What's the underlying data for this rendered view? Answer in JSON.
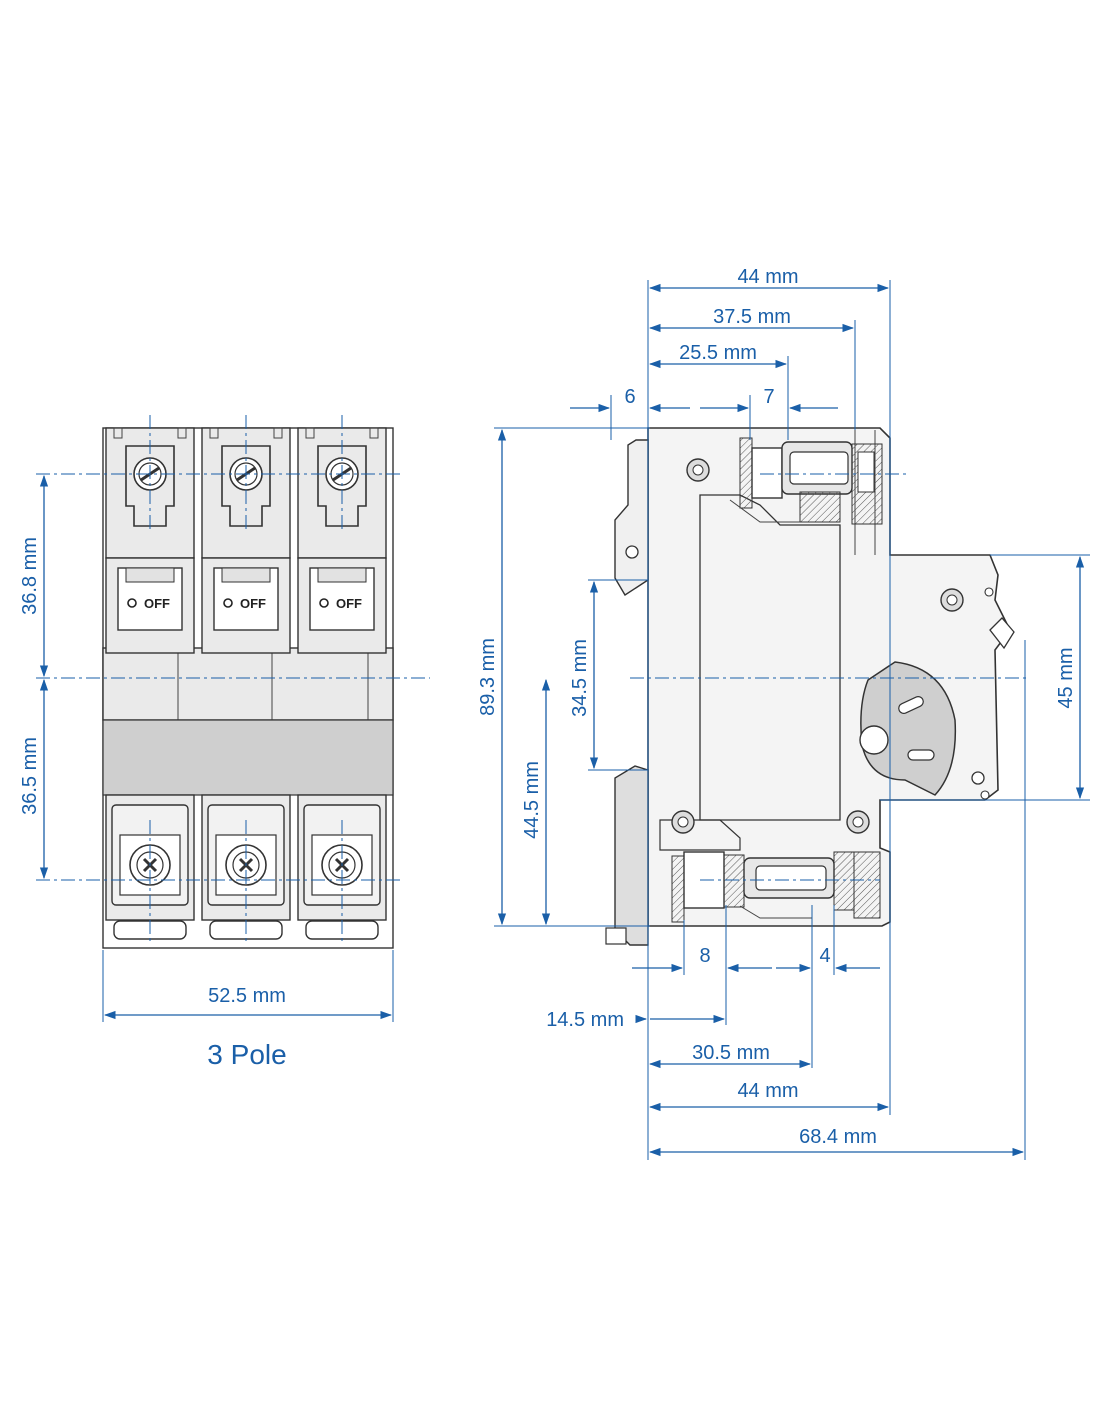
{
  "front_view": {
    "title": "3 Pole",
    "switch_label": "OFF",
    "dims": {
      "top_height": "36.8 mm",
      "bottom_height": "36.5 mm",
      "width": "52.5 mm"
    }
  },
  "side_view": {
    "dims": {
      "top_44": "44 mm",
      "top_37_5": "37.5 mm",
      "top_25_5": "25.5 mm",
      "top_6": "6",
      "top_7": "7",
      "height_89_3": "89.3 mm",
      "height_44_5": "44.5 mm",
      "height_34_5": "34.5 mm",
      "height_45": "45 mm",
      "bottom_8": "8",
      "bottom_4": "4",
      "bottom_14_5": "14.5 mm",
      "bottom_30_5": "30.5 mm",
      "bottom_44": "44 mm",
      "bottom_68_4": "68.4 mm"
    }
  },
  "colors": {
    "dimension": "#1a5fa8",
    "outline": "#333333"
  }
}
